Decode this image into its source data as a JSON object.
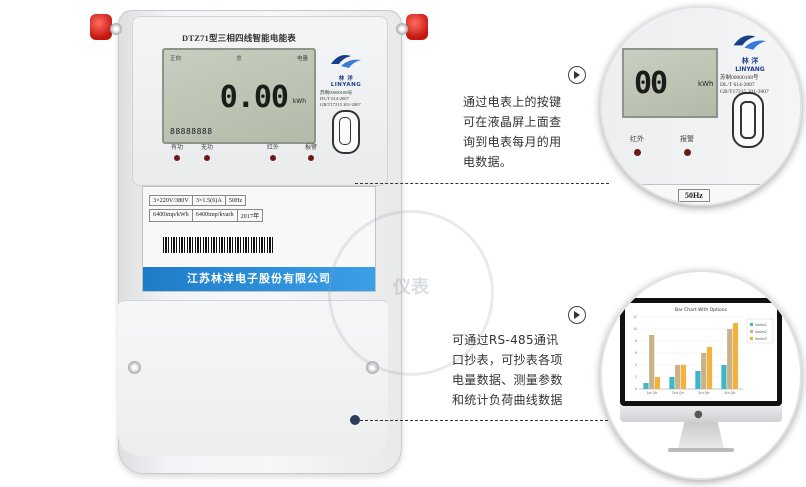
{
  "meter": {
    "model_label": "DTZ71型三相四线智能电能表",
    "lcd": {
      "tag_left": "正向",
      "tag_mid": "总",
      "tag_right": "电量",
      "reading": "0.00",
      "unit": "kWh",
      "ticks": "88888888"
    },
    "brand": {
      "name": "林 洋",
      "sub": "LINYANG",
      "lines": [
        "苏制00000108号",
        "DL/T 614-2007",
        "GB/T17215.301-2007"
      ]
    },
    "indicators": [
      "有功",
      "无功",
      "红外",
      "报警"
    ],
    "specs": {
      "row1": [
        "3×220V/380V",
        "3×1.5(6)A",
        "50Hz"
      ],
      "row2": [
        "6400imp/kWh",
        "6400imp/kvarh",
        "2017年"
      ]
    },
    "company": "江苏林洋电子股份有限公司",
    "watermark": "仪表"
  },
  "callouts": {
    "top": {
      "lines": [
        "通过电表上的按键",
        "可在液晶屏上面查",
        "询到电表每月的用",
        "电数据。"
      ]
    },
    "bottom": {
      "lines": [
        "可通过RS-485通讯",
        "口抄表，可抄表各项",
        "电量数据、测量参数",
        "和统计负荷曲线数据"
      ]
    }
  },
  "zoom": {
    "reading": "00",
    "unit": "kWh",
    "brand_name": "林 洋",
    "brand_sub": "LINYANG",
    "brand_lines": [
      "苏制00000108号",
      "DL/T 614-2007",
      "GB/T17215.301-2007"
    ],
    "ind_infrared": "红外",
    "ind_alarm": "报警",
    "hz": "50Hz"
  },
  "chart_data": {
    "type": "bar",
    "title": "Bar Chart With Options",
    "categories": [
      "1st Qtr",
      "2nd Qtr",
      "3rd Qtr",
      "4th Qtr"
    ],
    "series": [
      {
        "name": "Series1",
        "values": [
          1,
          2,
          3,
          4
        ],
        "color": "#3fb6c8"
      },
      {
        "name": "Series2",
        "values": [
          9,
          4,
          6,
          10
        ],
        "color": "#c9b28a"
      },
      {
        "name": "Series3",
        "values": [
          2,
          4,
          7,
          11
        ],
        "color": "#f2b23b"
      }
    ],
    "ylim": [
      0,
      12
    ],
    "legend": "right",
    "grid": true
  }
}
